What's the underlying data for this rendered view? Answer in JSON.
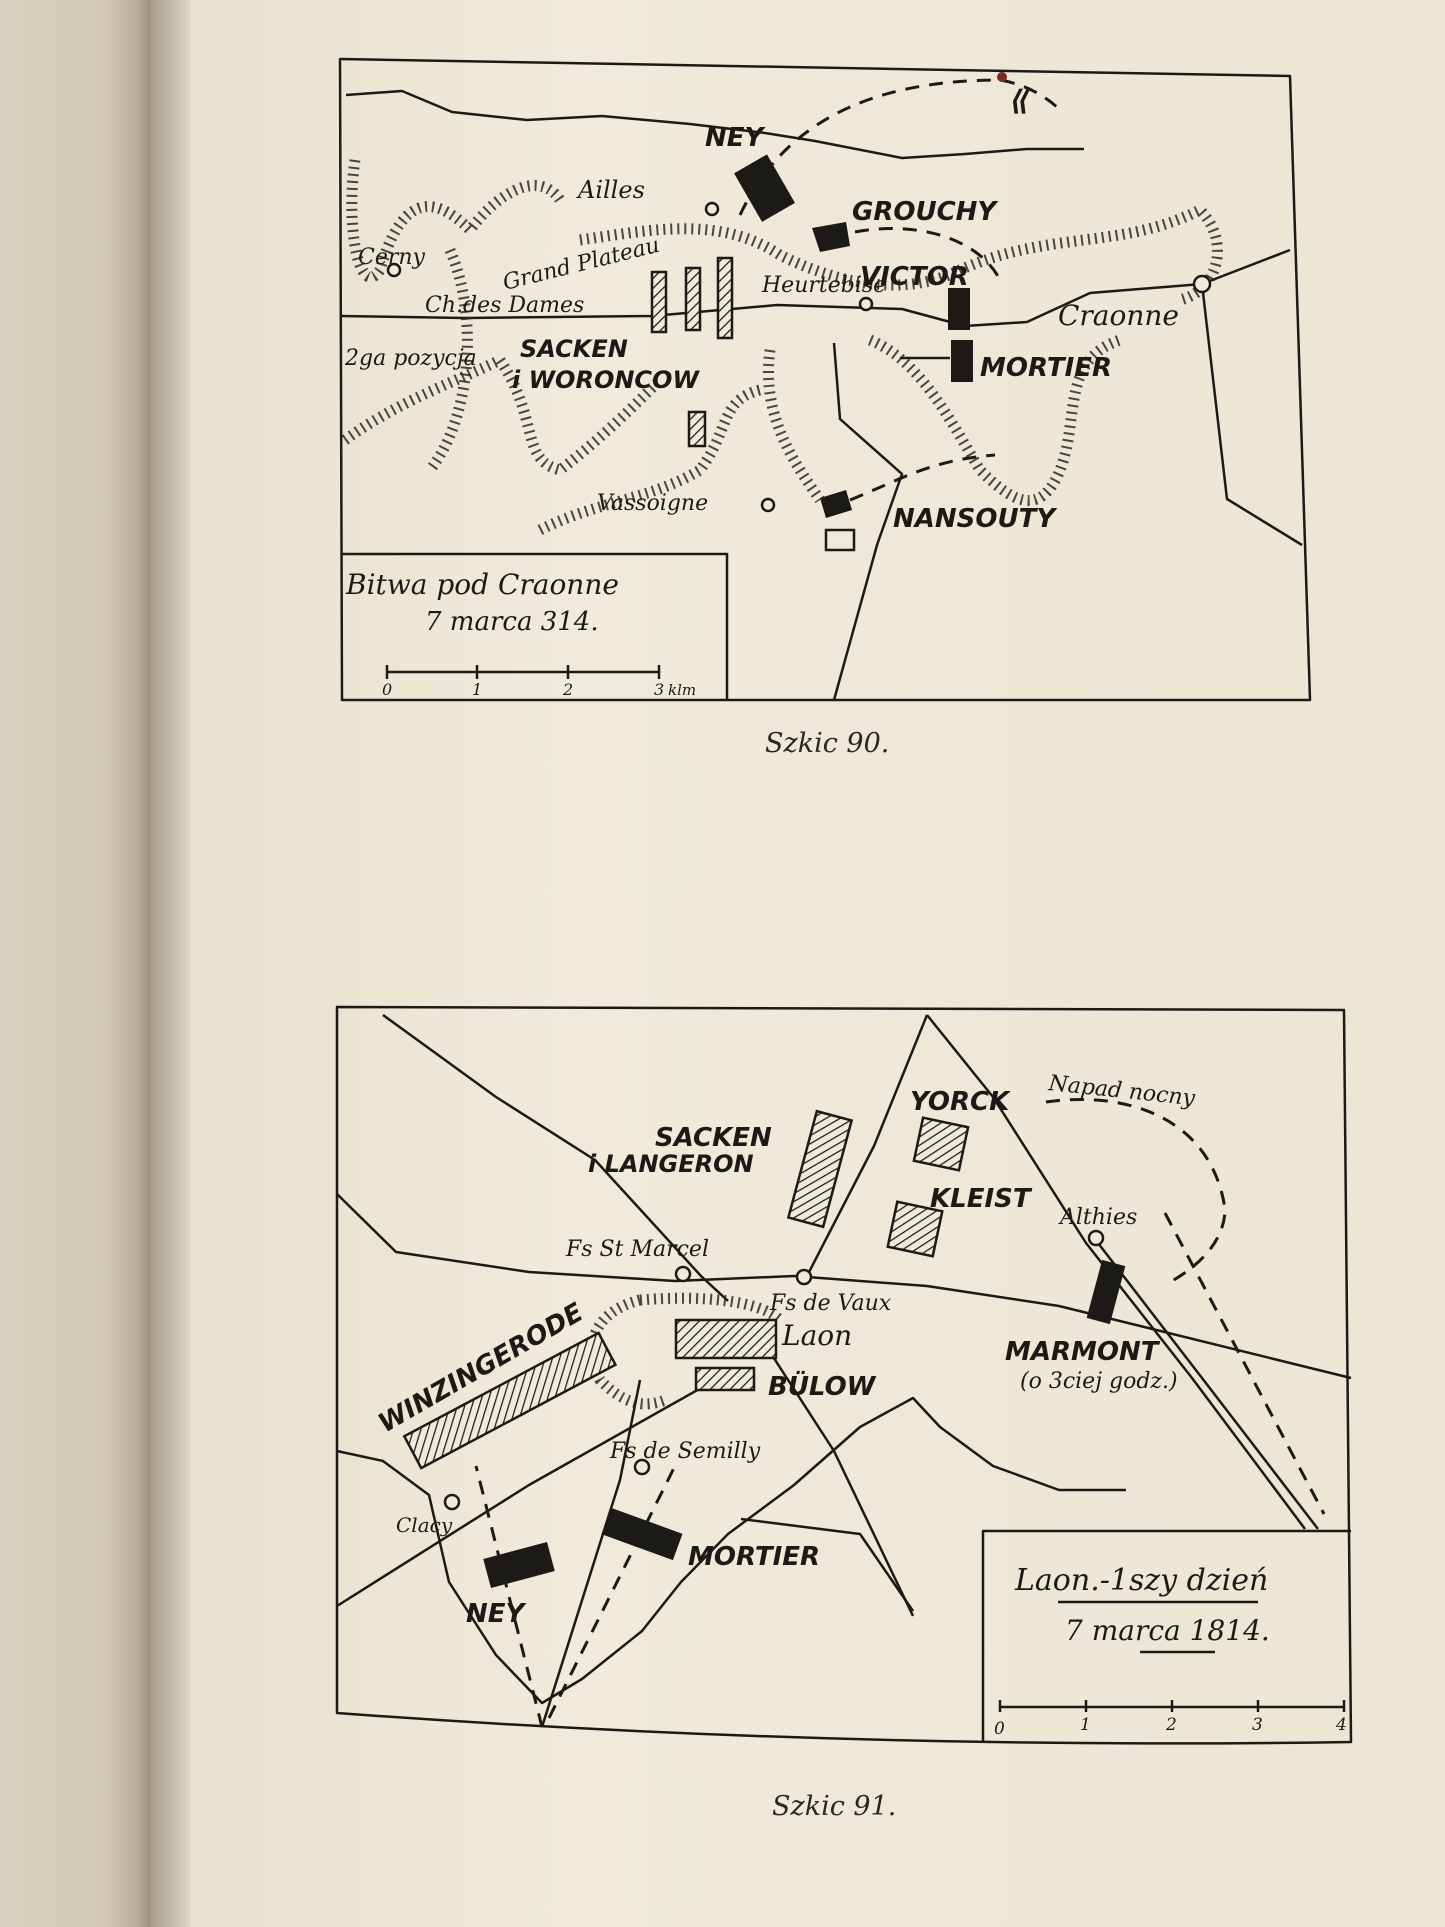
{
  "map90": {
    "caption": "Szkic 90.",
    "legend": {
      "title": "Bitwa pod Craonne",
      "date": "7 marca 314.",
      "scale": [
        "0",
        "1",
        "2",
        "3"
      ],
      "scale_unit": "klm"
    },
    "units": {
      "ney": "NEY",
      "grouchy": "GROUCHY",
      "victor": "VICTOR",
      "mortier": "MORTIER",
      "nansouty": "NANSOUTY",
      "sacken": "SACKEN",
      "woroncow": "i WORONCOW",
      "pozycja": "2ga pozycja"
    },
    "places": {
      "ailles": "Ailles",
      "cerny": "Cerny",
      "grand_plateau": "Grand Plateau",
      "chemin": "Ch.des Dames",
      "heurtebise": "Heurtebise",
      "craonne": "Craonne",
      "vassoigne": "Vassoigne"
    }
  },
  "map91": {
    "caption": "Szkic 91.",
    "legend": {
      "title": "Laon.-1szy dzień",
      "date": "7 marca 1814.",
      "scale": [
        "0",
        "1",
        "2",
        "3",
        "4"
      ]
    },
    "units": {
      "napad": "Napad nocny",
      "yorck": "YORCK",
      "sacken": "SACKEN",
      "langeron": "i LANGERON",
      "kleist": "KLEIST",
      "marmont": "MARMONT",
      "marmont_note": "(o 3ciej godz.)",
      "winzingerode": "WINZINGERODE",
      "bulow": "BÜLOW",
      "mortier": "MORTIER",
      "ney": "NEY"
    },
    "places": {
      "althies": "Althies",
      "st_marcel": "Fs St Marcel",
      "de_vaux": "Fs de Vaux",
      "laon": "Laon",
      "semilly": "Fs de Semilly",
      "clacy": "Clacy"
    }
  }
}
